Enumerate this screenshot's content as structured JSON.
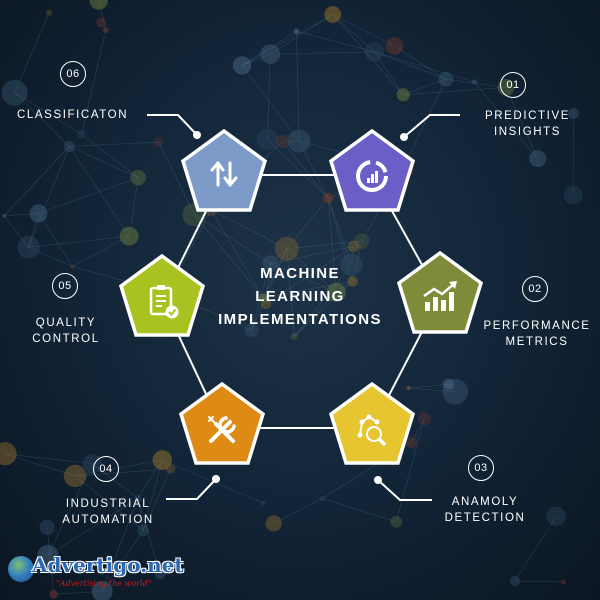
{
  "center_title": [
    "MACHINE",
    "LEARNING",
    "IMPLEMENTATIONS"
  ],
  "nodes": [
    {
      "number": "01",
      "label": [
        "PREDICTIVE",
        "INSIGHTS"
      ],
      "color": "#6b5fc7",
      "icon": "donut-chart-icon"
    },
    {
      "number": "02",
      "label": [
        "PERFORMANCE",
        "METRICS"
      ],
      "color": "#7e8c3a",
      "icon": "trending-bar-chart-icon"
    },
    {
      "number": "03",
      "label": [
        "ANAMOLY",
        "DETECTION"
      ],
      "color": "#e7c531",
      "icon": "magnifier-network-icon"
    },
    {
      "number": "04",
      "label": [
        "INDUSTRIAL",
        "AUTOMATION"
      ],
      "color": "#de8b16",
      "icon": "wrench-screwdriver-icon"
    },
    {
      "number": "05",
      "label": [
        "QUALITY",
        "CONTROL"
      ],
      "color": "#a9c21f",
      "icon": "clipboard-check-icon"
    },
    {
      "number": "06",
      "label": [
        "CLASSIFICATON"
      ],
      "color": "#7d9bc8",
      "icon": "sort-arrows-icon"
    }
  ],
  "watermark": {
    "name": "Advertigo.net",
    "tagline": "\"Advertising the world\""
  }
}
